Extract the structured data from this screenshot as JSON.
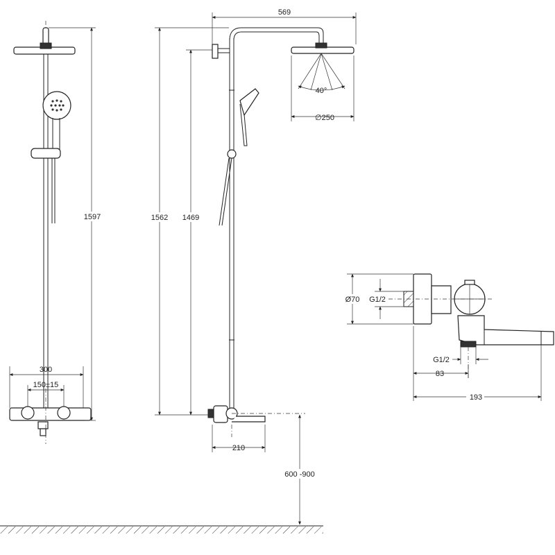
{
  "dimensions": {
    "width_569": "569",
    "height_1597": "1597",
    "height_1562": "1562",
    "height_1469": "1469",
    "angle_40": "40°",
    "dia_250": "∅250",
    "dia_70": "Ø70",
    "thread_left": "G1/2",
    "thread_bottom": "G1/2",
    "len_83": "83",
    "len_193": "193",
    "width_300": "300",
    "spacing_150": "150±15",
    "spout_210": "210",
    "height_600_900": "600 -900"
  }
}
